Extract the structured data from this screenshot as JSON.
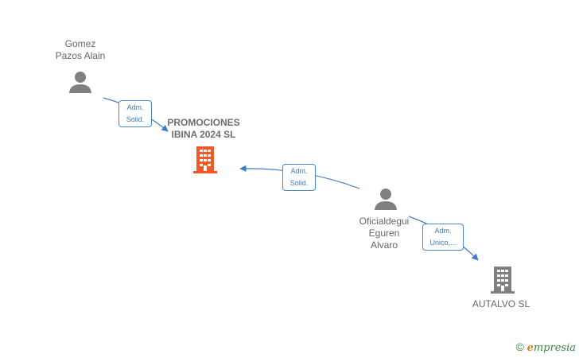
{
  "nodes": {
    "gomez": {
      "line1": "Gomez",
      "line2": "Pazos Alain"
    },
    "promociones": {
      "line1": "PROMOCIONES",
      "line2": "IBINA 2024  SL"
    },
    "oficialdegui": {
      "line1": "Oficialdegui",
      "line2": "Eguren",
      "line3": "Alvaro"
    },
    "autalvo": {
      "line1": "AUTALVO  SL"
    }
  },
  "edges": [
    {
      "line1": "Adm.",
      "line2": "Solid."
    },
    {
      "line1": "Adm.",
      "line2": "Solid."
    },
    {
      "line1": "Adm.",
      "line2": "Unico,..."
    }
  ],
  "colors": {
    "edge": "#3d7cc9",
    "person_icon": "#808080",
    "company_main": "#f05a28",
    "company": "#808080"
  },
  "brand": {
    "copyright": "©",
    "initial": "e",
    "rest": "mpresia"
  }
}
